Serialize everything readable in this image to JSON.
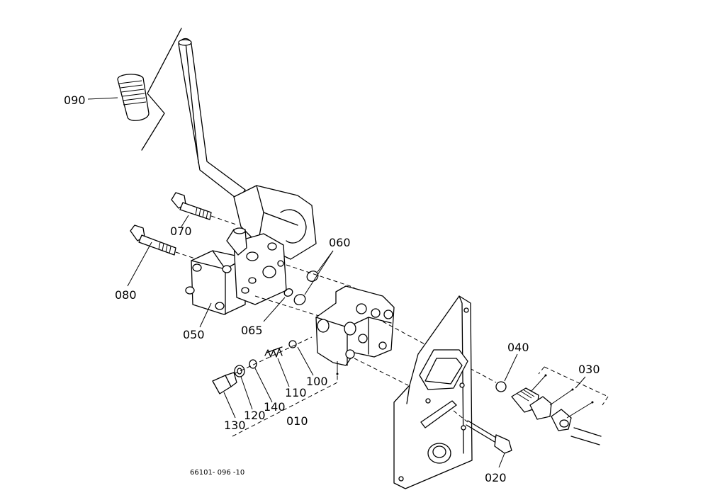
{
  "labels": {
    "p090": "090",
    "p070": "070",
    "p080": "080",
    "p060": "060",
    "p065": "065",
    "p050": "050",
    "p040": "040",
    "p030": "030",
    "p100": "100",
    "p110": "110",
    "p140": "140",
    "p120": "120",
    "p130": "130",
    "p010": "010",
    "p020": "020"
  },
  "drawing_code": "66101- 096 -10"
}
